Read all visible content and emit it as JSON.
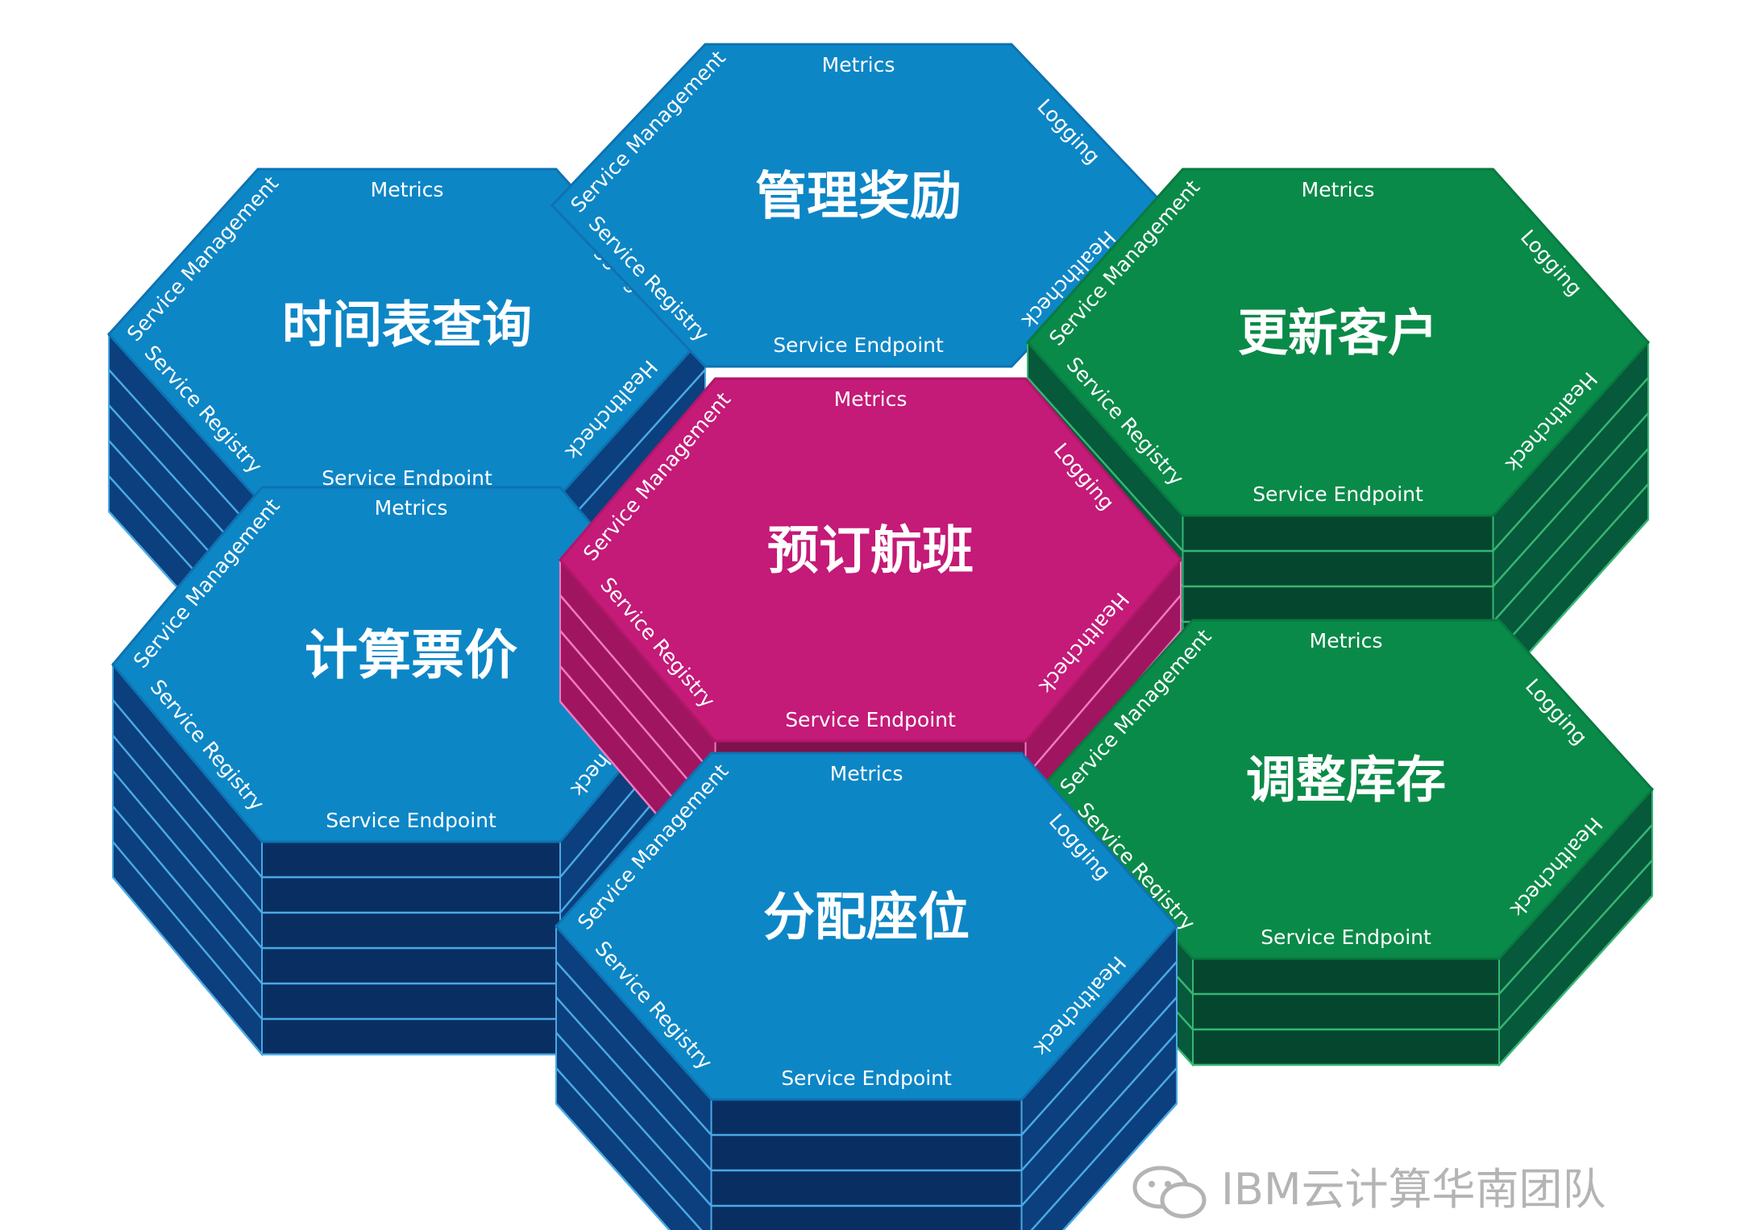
{
  "diagram": {
    "edge_labels": {
      "metrics": "Metrics",
      "logging": "Logging",
      "healthcheck": "Healthcheck",
      "endpoint": "Service Endpoint",
      "registry": "Service Registry",
      "management": "Service Management"
    },
    "colors": {
      "blue": "#0d86c6",
      "magenta": "#c41a78",
      "green": "#0a8a48"
    },
    "services": [
      {
        "id": "timetable",
        "label": "时间表查询",
        "color": "blue"
      },
      {
        "id": "loyalty",
        "label": "管理奖励",
        "color": "blue"
      },
      {
        "id": "customer",
        "label": "更新客户",
        "color": "green"
      },
      {
        "id": "booking",
        "label": "预订航班",
        "color": "magenta"
      },
      {
        "id": "pricing",
        "label": "计算票价",
        "color": "blue"
      },
      {
        "id": "inventory",
        "label": "调整库存",
        "color": "green"
      },
      {
        "id": "seating",
        "label": "分配座位",
        "color": "blue"
      }
    ]
  },
  "watermark": {
    "icon": "wechat-icon",
    "text": "IBM云计算华南团队"
  }
}
